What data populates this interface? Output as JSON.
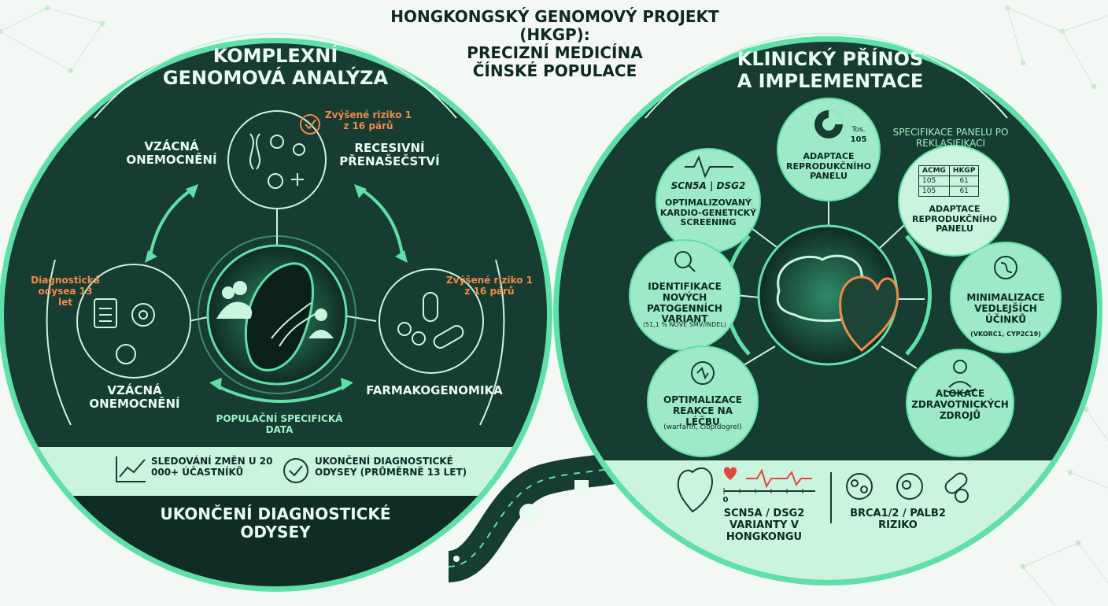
{
  "header": {
    "title_line1": "HONGKONGSKÝ GENOMOVÝ PROJEKT",
    "title_line2": "(HKGP):",
    "title_line3": "PRECIZNÍ MEDICÍNA",
    "title_line4": "ČÍNSKÉ POPULACE"
  },
  "left": {
    "title_line1": "KOMPLEXNÍ",
    "title_line2": "GENOMOVÁ ANALÝZA",
    "rare_disease_top": "VZÁCNÁ ONEMOCNĚNÍ",
    "recessive": "RECESIVNÍ PŘENAŠEČSTVÍ",
    "risk_top": "Zvýšené riziko 1 z 16 párů",
    "odyssey_note": "Diagnostická odysea 13 let",
    "risk_right": "Zvýšené riziko 1 z 16 párů",
    "rare_disease_bottom": "VZÁCNÁ ONEMOCNĚNÍ",
    "pharmacogenomics": "FARMAKOGENOMIKA",
    "population_data": "POPULAČNÍ SPECIFICKÁ DATA",
    "band_item1": "SLEDOVÁNÍ ZMĚN U 20 000+ ÚČASTNÍKŮ",
    "band_item2": "UKONČENÍ DIAGNOSTICKÉ ODYSEY (PRŮMĚRNĚ 13 LET)",
    "footer": "UKONČENÍ DIAGNOSTICKÉ ODYSEY"
  },
  "right": {
    "title_line1": "KLINICKÝ PŘÍNOS",
    "title_line2": "A IMPLEMENTACE",
    "node_top_label": "ADAPTACE REPRODUKČNÍHO PANELU",
    "node_top_small1": "Tos.",
    "node_top_small2": "105",
    "spec_title": "SPECIFIKACE PANELU PO REKLASIFIKACI",
    "table_headers": [
      "ACMG",
      "HKGP"
    ],
    "table_rows": [
      [
        "105",
        "61"
      ],
      [
        "105",
        "61"
      ]
    ],
    "node_right_top_label": "ADAPTACE REPRODUKČNÍHO PANELU",
    "node_cardio_genes": "SCN5A | DSG2",
    "node_cardio_label": "OPTIMALIZOVANÝ KARDIO-GENETICKÝ SCREENING",
    "node_variant_label": "IDENTIFIKACE NOVÝCH PATOGENNÍCH VARIANT",
    "node_variant_small": "(51,1 % NOVÉ SMV/INDEL)",
    "node_side_label": "MINIMALIZACE VEDLEJŠÍCH ÚČINKŮ",
    "node_side_small": "(VKORC1, CYP2C19)",
    "node_treat_label": "OPTIMALIZACE REAKCE NA LÉČBU",
    "node_treat_small": "(warfarin, clopidogrel)",
    "node_alloc_label": "ALOKACE ZDRAVOTNICKÝCH ZDROJŮ",
    "band_zero": "0",
    "band_left": "SCN5A / DSG2 VARIANTY V HONGKONGU",
    "band_right": "BRCA1/2 / PALB2 RIZIKO"
  },
  "colors": {
    "panel": "#173c31",
    "accent": "#5fe0a8",
    "mint": "#cbf4df",
    "node": "#9ee9c8",
    "orange": "#f08a4b",
    "red": "#e0483c"
  }
}
